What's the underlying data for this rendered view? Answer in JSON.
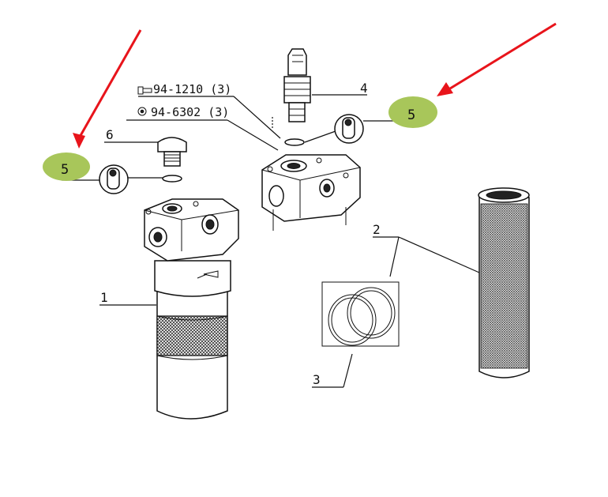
{
  "colors": {
    "arrow": "#e8141b",
    "badge": "#a8c65a",
    "ink": "#111111"
  },
  "labels": {
    "bolt_ref": "94-1210 (3)",
    "washer_ref": "94-6302 (3)",
    "part_1": "1",
    "part_2": "2",
    "part_3": "3",
    "part_4": "4",
    "part_6": "6",
    "badge_left": "5",
    "badge_right": "5"
  },
  "icons": {
    "bolt": "bolt-icon",
    "washer": "washer-icon",
    "seal_left": "seal-ring-icon",
    "seal_right": "seal-ring-icon"
  }
}
